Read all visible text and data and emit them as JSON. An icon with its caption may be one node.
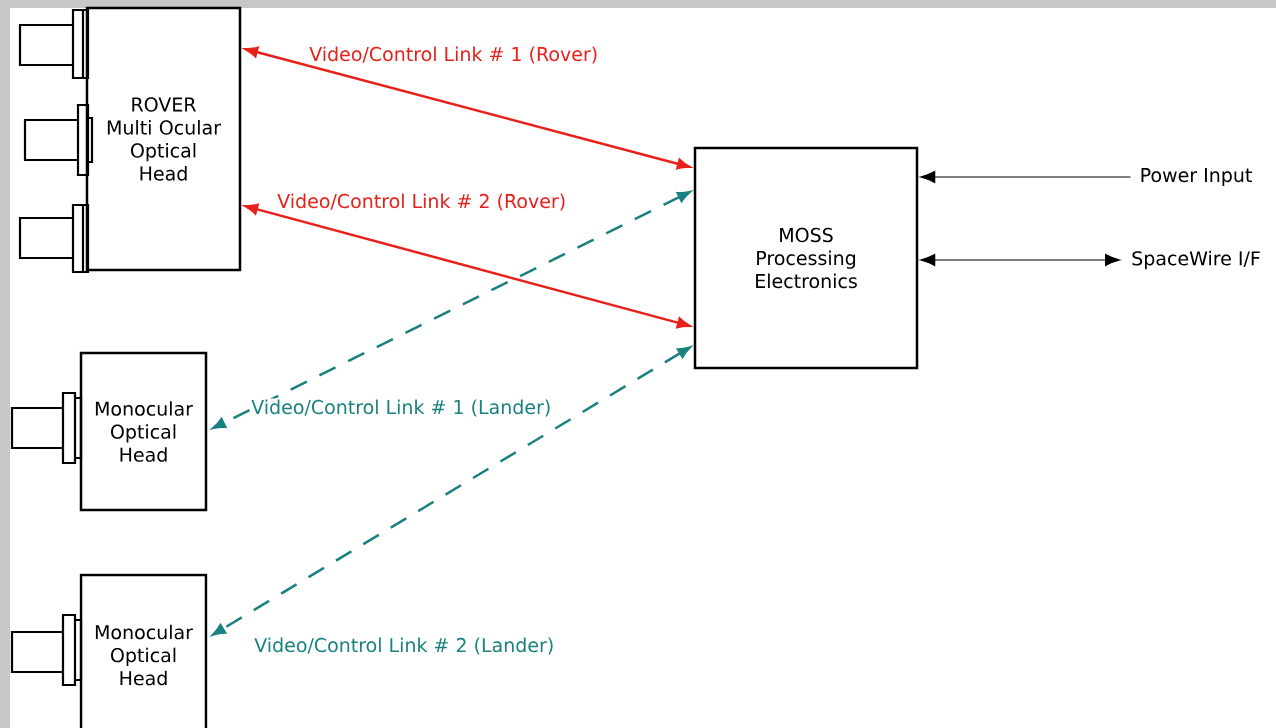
{
  "diagram": {
    "nodes": [
      {
        "text": [
          "ROVER Multi Ocular Optical Head"
        ]
      },
      {
        "text": [
          "MOSS Processing Electronics"
        ]
      },
      {
        "text": [
          "Power Input"
        ]
      },
      {
        "text": [
          "SpaceWire I/F"
        ]
      },
      {
        "text": [
          "Monocular Optical Head"
        ]
      },
      {
        "text": [
          "Monocular Optical Head"
        ]
      }
    ],
    "edges": [
      {
        "from": 0,
        "to": 1,
        "arrow": "both",
        "label": "Video/Control Link # 1 (Rover)",
        "color": "#e8201a"
      },
      {
        "from": 0,
        "to": 1,
        "arrow": "both",
        "label": "Video/Control Link # 2 (Rover)",
        "color": "#e8201a"
      },
      {
        "from": 1,
        "to": 4,
        "arrow": "both",
        "label": "Video/Control Link # 1 (Lander)",
        "style": "dashed",
        "color": "#1a8080"
      },
      {
        "from": 1,
        "to": 5,
        "arrow": "both",
        "label": "Video/Control Link # 2 (Lander)",
        "style": "dashed",
        "color": "#1a8080"
      },
      {
        "from": 2,
        "to": 1,
        "arrow": "to",
        "color": "#000000"
      },
      {
        "from": 1,
        "to": 3,
        "arrow": "both",
        "color": "#000000"
      }
    ]
  }
}
